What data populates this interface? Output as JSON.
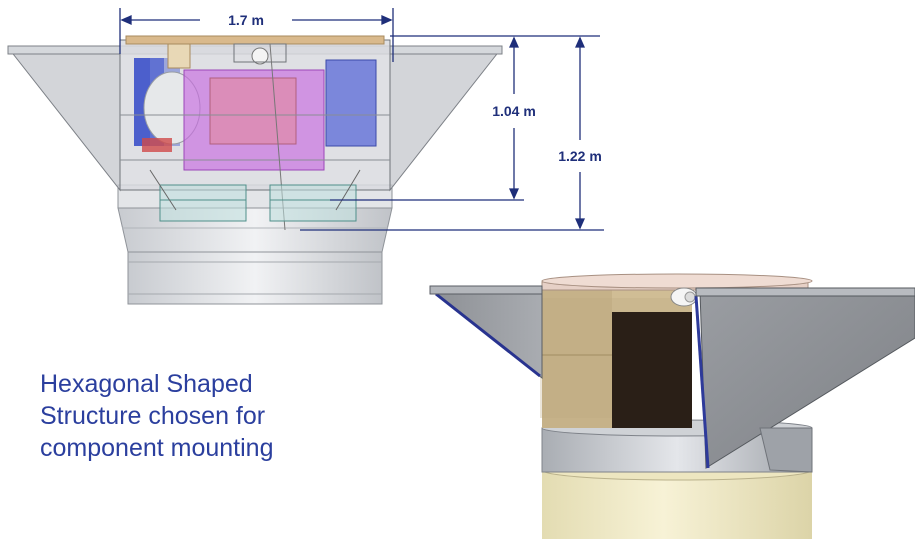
{
  "dimensions": {
    "width_label": "1.7 m",
    "height_inner_label": "1.04 m",
    "height_outer_label": "1.22 m"
  },
  "caption": {
    "lines": [
      "Hexagonal Shaped",
      "Structure chosen for",
      "component mounting"
    ]
  },
  "colors": {
    "dimension_line": "#1f2f7a",
    "caption_text": "#2b3f9e",
    "structure_gray": "#cfd2d8",
    "cylinder_tan": "#efe8c4",
    "box_tan": "#c9b58f"
  }
}
